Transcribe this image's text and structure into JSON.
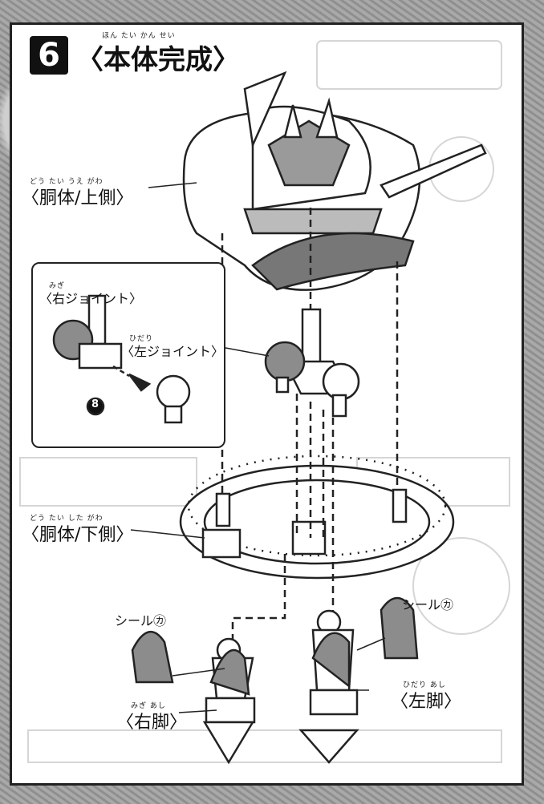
{
  "step": {
    "number": "6",
    "title": "〈本体完成〉",
    "title_ruby": "ほん たい かん せい"
  },
  "parts": {
    "upper_body": {
      "label": "〈胴体/上側〉",
      "ruby": "どう たい   うえ がわ"
    },
    "right_joint": {
      "label": "〈右ジョイント〉",
      "ruby": "みぎ"
    },
    "left_joint": {
      "label": "〈左ジョイント〉",
      "ruby": "ひだり"
    },
    "part_number": "8",
    "lower_body": {
      "label": "〈胴体/下側〉",
      "ruby": "どう たい   した がわ"
    },
    "seal_left": {
      "label": "シール㋕"
    },
    "seal_right": {
      "label": "シール㋕"
    },
    "left_leg": {
      "label": "〈左脚〉",
      "ruby": "ひだり あし"
    },
    "right_leg": {
      "label": "〈右脚〉",
      "ruby": "みぎ  あし"
    }
  },
  "colors": {
    "frame": "#222222",
    "panel": "#ffffff",
    "part_grey": "#8c8c8c"
  }
}
